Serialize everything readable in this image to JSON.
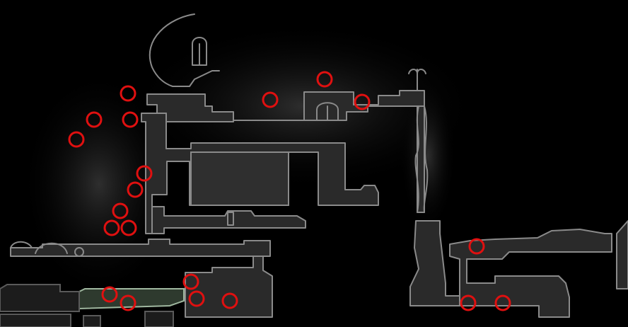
{
  "map": {
    "marker_color": "#e01010",
    "marker_icon": "red-ring-marker",
    "markers": [
      {
        "id": 1
      },
      {
        "id": 2
      },
      {
        "id": 3
      },
      {
        "id": 4
      },
      {
        "id": 5
      },
      {
        "id": 6
      },
      {
        "id": 7
      },
      {
        "id": 8
      },
      {
        "id": 9
      },
      {
        "id": 10
      },
      {
        "id": 11
      },
      {
        "id": 12
      },
      {
        "id": 13
      },
      {
        "id": 14
      },
      {
        "id": 15
      },
      {
        "id": 16
      },
      {
        "id": 17
      },
      {
        "id": 18
      },
      {
        "id": 19
      },
      {
        "id": 20
      },
      {
        "id": 21
      },
      {
        "id": 22
      }
    ]
  }
}
